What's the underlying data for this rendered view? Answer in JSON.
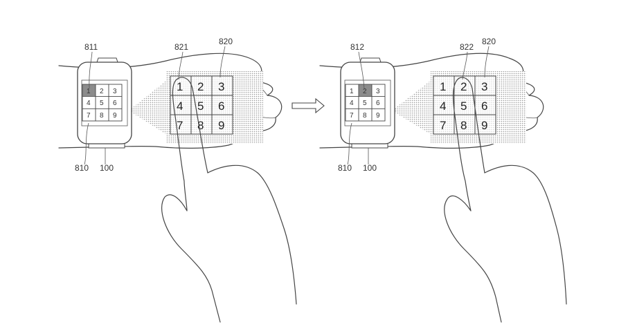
{
  "figure": {
    "left_panel": {
      "labels": {
        "watch_key": "811",
        "projected_key": "821",
        "projected_keypad": "820",
        "watch_screen": "810",
        "device": "100"
      },
      "watch_keys": [
        "1",
        "2",
        "3",
        "4",
        "5",
        "6",
        "7",
        "8",
        "9"
      ],
      "projected_keys": [
        "1",
        "2",
        "3",
        "4",
        "5",
        "6",
        "7",
        "8",
        "9"
      ],
      "highlighted_key": "1"
    },
    "right_panel": {
      "labels": {
        "watch_key": "812",
        "projected_key": "822",
        "projected_keypad": "820",
        "watch_screen": "810",
        "device": "100"
      },
      "watch_keys": [
        "1",
        "2",
        "3",
        "4",
        "5",
        "6",
        "7",
        "8",
        "9"
      ],
      "projected_keys": [
        "1",
        "2",
        "3",
        "4",
        "5",
        "6",
        "7",
        "8",
        "9"
      ],
      "highlighted_key": "2"
    },
    "colors": {
      "highlight": "#8c8c8c",
      "projection_shade": "#d9d9d9",
      "line": "#444444"
    }
  }
}
